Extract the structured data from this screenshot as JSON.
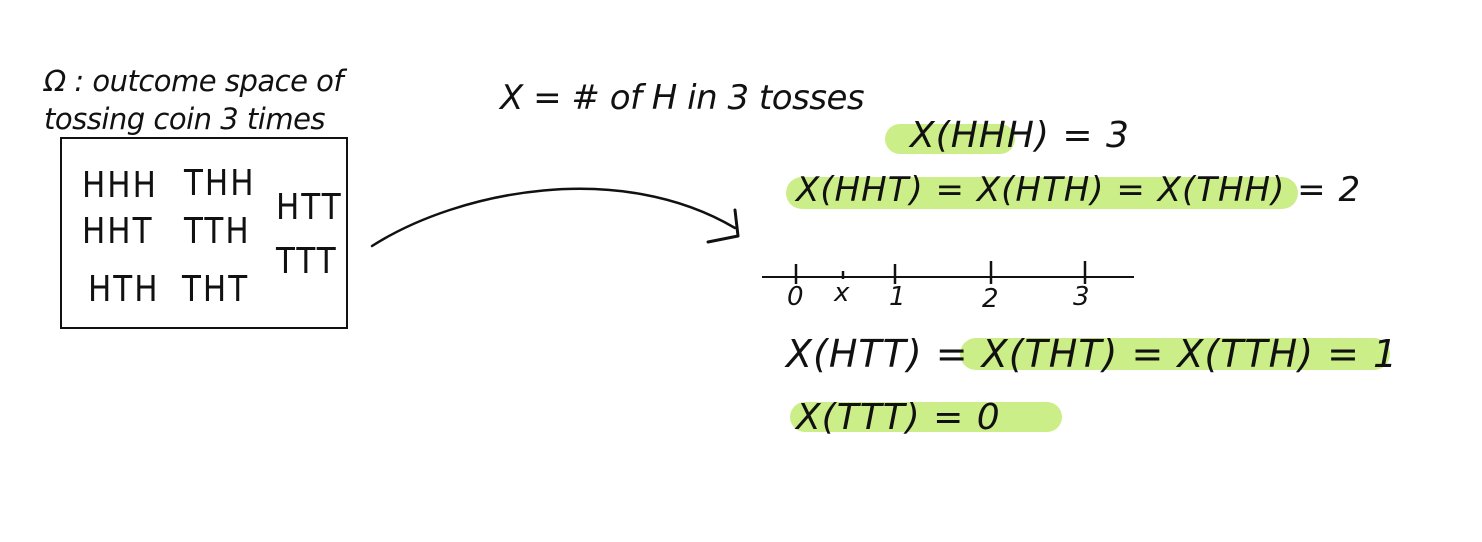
{
  "sample_space": {
    "title_line1": "Ω : outcome space of",
    "title_line2": "tossing coin 3 times",
    "outcomes": [
      "HHH",
      "THH",
      "HTT",
      "HHT",
      "TTH",
      "TTT",
      "HTH",
      "THT"
    ]
  },
  "definition": "X = # of H in 3 tosses",
  "mappings": {
    "hhh": "X(HHH) = 3",
    "two_heads": "X(HHT) = X(HTH) = X(THH) = 2",
    "one_head": "X(HTT) = X(THT) = X(TTH) = 1",
    "zero_heads": "X(TTT) = 0"
  },
  "number_line": {
    "labels": [
      "0",
      "x",
      "1",
      "2",
      "3"
    ]
  },
  "colors": {
    "ink": "#111111",
    "highlight": "#ccee88"
  }
}
